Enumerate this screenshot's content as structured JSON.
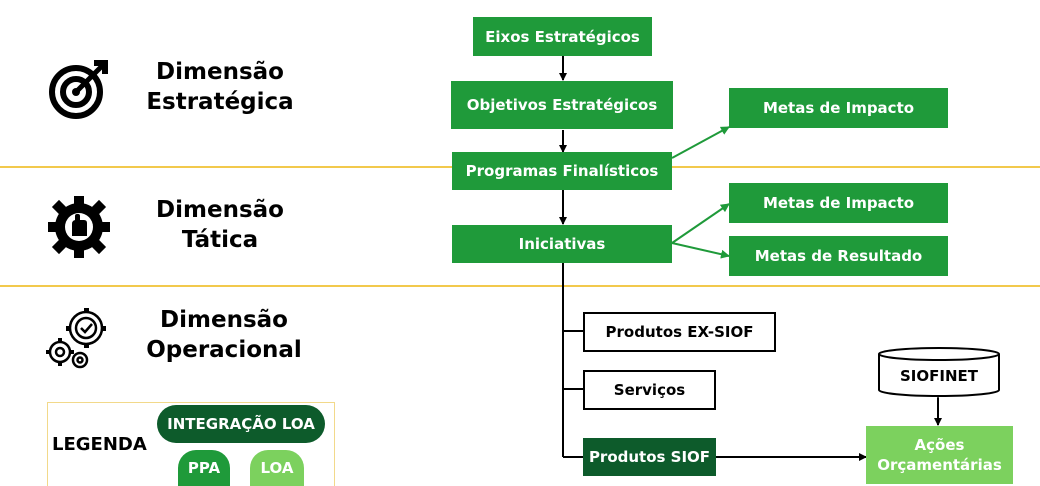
{
  "dimensions": {
    "estrategica": {
      "line1": "Dimensão",
      "line2": "Estratégica",
      "icon": "target-icon"
    },
    "tatica": {
      "line1": "Dimensão",
      "line2": "Tática",
      "icon": "gear-hand-icon"
    },
    "operacional": {
      "line1": "Dimensão",
      "line2": "Operacional",
      "icon": "gears-check-icon"
    }
  },
  "boxes": {
    "eixos": "Eixos Estratégicos",
    "objetivos": "Objetivos Estratégicos",
    "programas": "Programas Finalísticos",
    "iniciativas": "Iniciativas",
    "metas_impacto_1": "Metas de Impacto",
    "metas_impacto_2": "Metas de Impacto",
    "metas_resultado": "Metas de Resultado",
    "produtos_ex_siof": "Produtos EX-SIOF",
    "servicos": "Serviços",
    "produtos_siof": "Produtos SIOF",
    "acoes_line1": "Ações",
    "acoes_line2": "Orçamentárias",
    "siofinet": "SIOFINET"
  },
  "legend": {
    "title": "LEGENDA",
    "integracao": "INTEGRAÇÃO LOA",
    "ppa": "PPA",
    "loa": "LOA"
  },
  "colors": {
    "ppa_green": "#1f9a3a",
    "integracao_dark_green": "#0d5b2b",
    "loa_light_green": "#7cd15e",
    "divider_yellow": "#f2c94c"
  }
}
